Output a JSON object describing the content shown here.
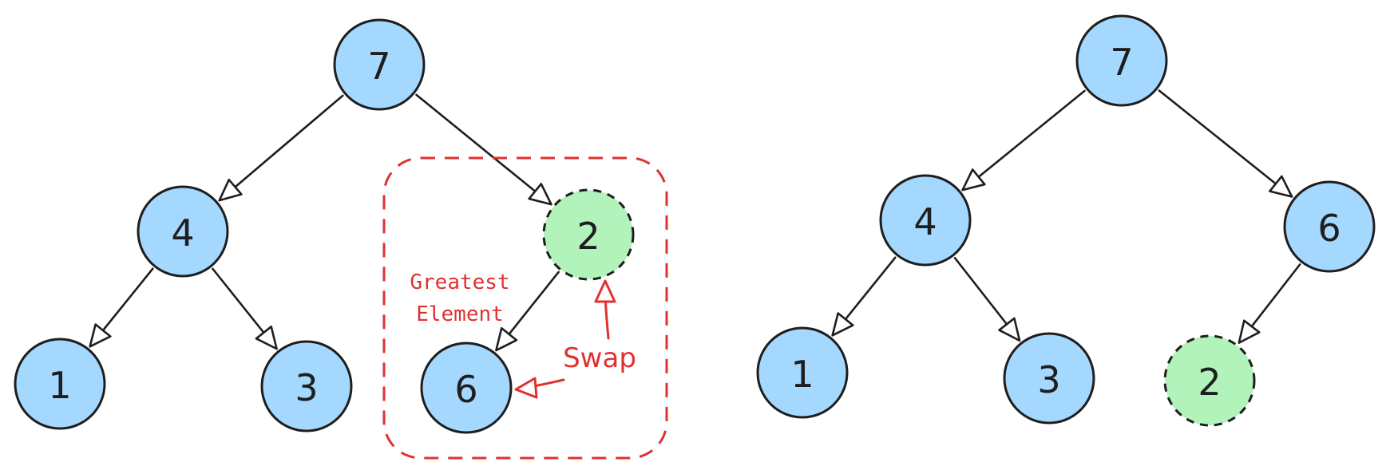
{
  "diagrams": [
    {
      "id": "before",
      "nodes": [
        {
          "id": "b7",
          "label": "7",
          "highlight": false
        },
        {
          "id": "b4",
          "label": "4",
          "highlight": false
        },
        {
          "id": "b2",
          "label": "2",
          "highlight": true
        },
        {
          "id": "b1",
          "label": "1",
          "highlight": false
        },
        {
          "id": "b3",
          "label": "3",
          "highlight": false
        },
        {
          "id": "b6",
          "label": "6",
          "highlight": false
        }
      ],
      "edges": [
        {
          "from": "b7",
          "to": "b4"
        },
        {
          "from": "b7",
          "to": "b2"
        },
        {
          "from": "b4",
          "to": "b1"
        },
        {
          "from": "b4",
          "to": "b3"
        },
        {
          "from": "b2",
          "to": "b6"
        }
      ],
      "annotation": {
        "greatest_label_line1": "Greatest",
        "greatest_label_line2": "Element",
        "swap_label": "Swap"
      }
    },
    {
      "id": "after",
      "nodes": [
        {
          "id": "a7",
          "label": "7",
          "highlight": false
        },
        {
          "id": "a4",
          "label": "4",
          "highlight": false
        },
        {
          "id": "a6",
          "label": "6",
          "highlight": false
        },
        {
          "id": "a1",
          "label": "1",
          "highlight": false
        },
        {
          "id": "a3",
          "label": "3",
          "highlight": false
        },
        {
          "id": "a2",
          "label": "2",
          "highlight": true
        }
      ],
      "edges": [
        {
          "from": "a7",
          "to": "a4"
        },
        {
          "from": "a7",
          "to": "a6"
        },
        {
          "from": "a4",
          "to": "a1"
        },
        {
          "from": "a4",
          "to": "a3"
        },
        {
          "from": "a6",
          "to": "a2"
        }
      ]
    }
  ],
  "colors": {
    "node_fill": "#a5d8ff",
    "highlight_fill": "#b2f2bb",
    "stroke": "#1e1e1e",
    "annotation": "#e03131"
  }
}
